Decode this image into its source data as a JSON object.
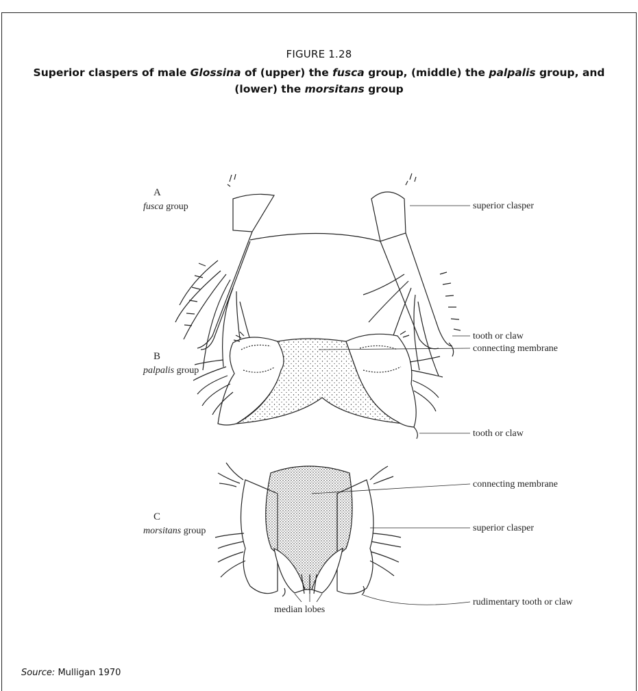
{
  "figure": {
    "number": "FIGURE 1.28",
    "caption_parts": {
      "p1": "Superior claspers of male ",
      "genus": "Glossina",
      "p2": " of (upper) the ",
      "g1": "fusca",
      "p3": " group, (middle) the ",
      "g2": "palpalis",
      "p4": " group, and (lower) the ",
      "g3": "morsitans",
      "p5": " group"
    }
  },
  "panels": [
    {
      "letter": "A",
      "species": "fusca",
      "group_word": " group",
      "callouts": [
        "superior clasper",
        "tooth or claw"
      ]
    },
    {
      "letter": "B",
      "species": "palpalis",
      "group_word": " group",
      "callouts": [
        "connecting membrane",
        "tooth or claw"
      ]
    },
    {
      "letter": "C",
      "species": "morsitans",
      "group_word": " group",
      "callouts": [
        "connecting membrane",
        "superior clasper",
        "rudimentary tooth or claw"
      ],
      "bottom_label": "median lobes"
    }
  ],
  "source": {
    "label": "Source:",
    "text": " Mulligan 1970"
  }
}
